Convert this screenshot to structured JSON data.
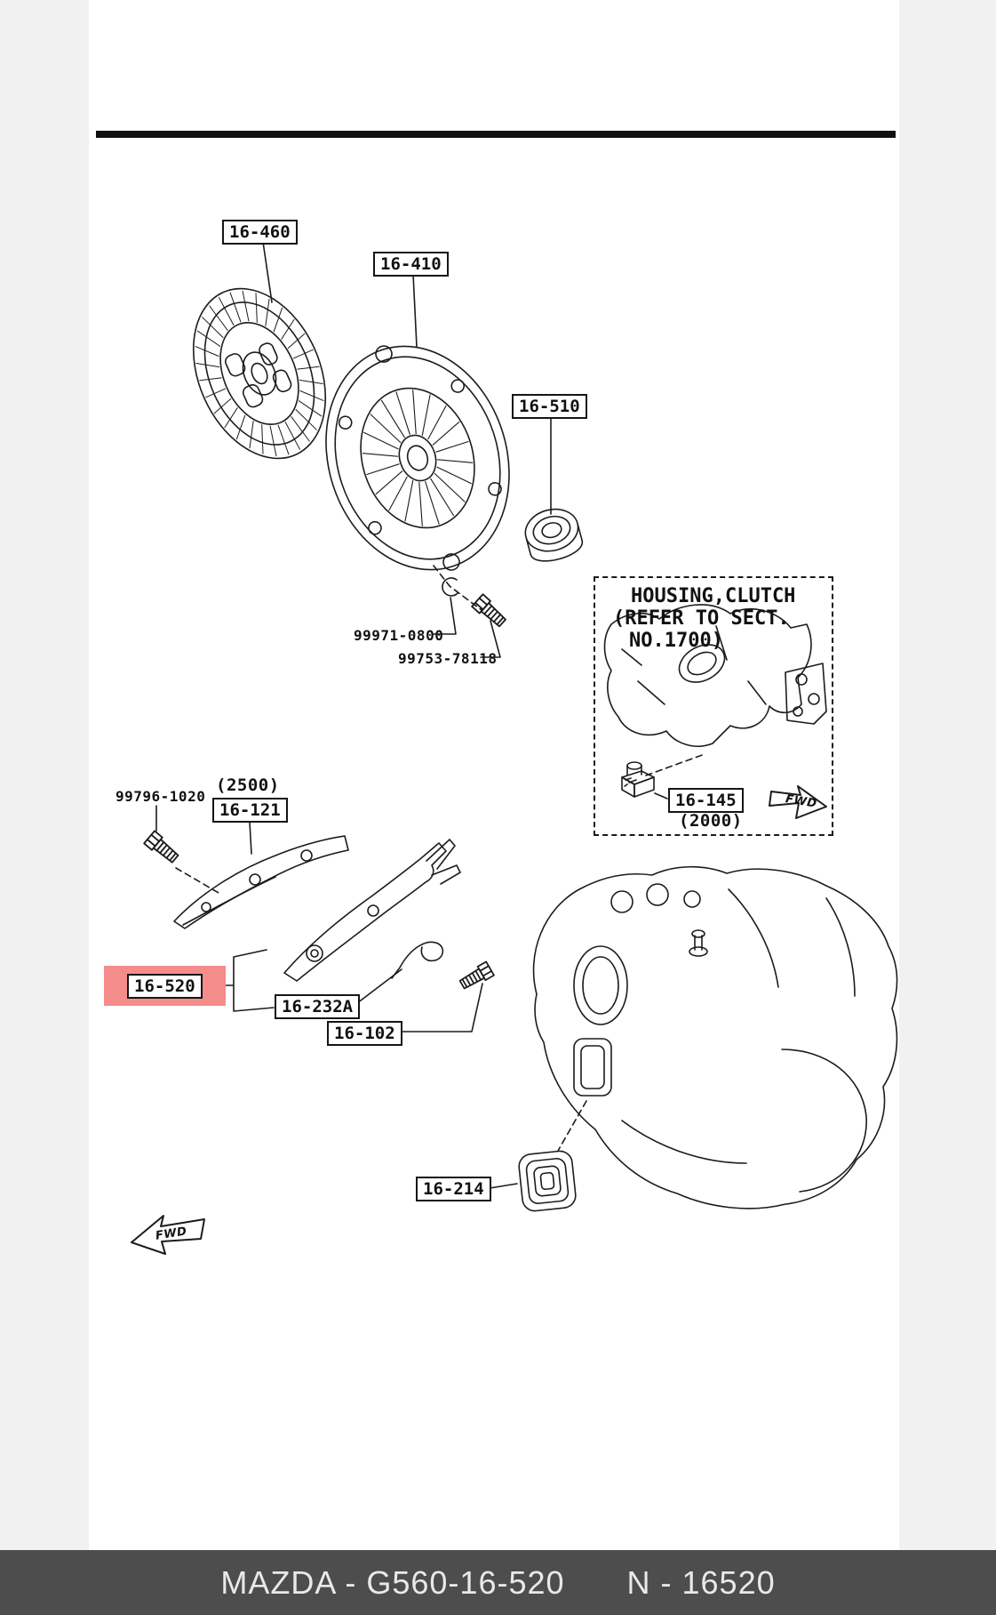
{
  "labels": {
    "disc": "16-460",
    "cover": "16-410",
    "bearing": "16-510",
    "bolt_a": "99971-0800",
    "bolt_b": "99753-78118",
    "pilot_bolt": "99796-1020",
    "plate_variant": "(2500)",
    "plate": "16-121",
    "release_set": "16-520",
    "fork": "16-232A",
    "fork_bolt": "16-102",
    "boot": "16-214",
    "grommet": "16-145",
    "grommet_variant": "(2000)",
    "fwd_front": "FWD",
    "fwd_rear": "FWD"
  },
  "housing_note": {
    "line1": "HOUSING,CLUTCH",
    "line2": "(REFER TO SECT.",
    "line3": "NO.1700)"
  },
  "footer": {
    "left": "MAZDA - G560-16-520",
    "right": "N - 16520"
  },
  "colors": {
    "highlight": "#f48c8c",
    "footer_bg": "#4d4d4d"
  }
}
